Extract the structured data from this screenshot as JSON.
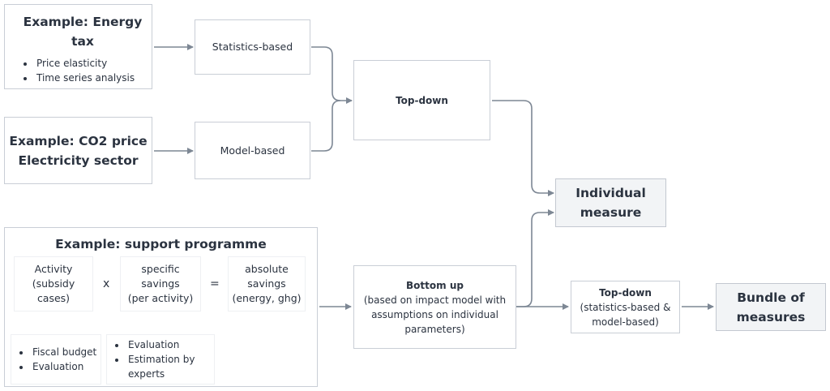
{
  "examples": {
    "energy_tax": {
      "title": "Example: Energy tax",
      "bullets": [
        "Price elasticity",
        "Time series analysis"
      ]
    },
    "co2_price": {
      "title_line1": "Example: CO2 price",
      "title_line2": "Electricity sector"
    },
    "support_programme": {
      "title": "Example: support programme",
      "activity_line1": "Activity",
      "activity_line2": "(subsidy",
      "activity_line3": "cases)",
      "times_symbol": "x",
      "specific_line1": "specific",
      "specific_line2": "savings",
      "specific_line3": "(per activity)",
      "equals_symbol": "=",
      "absolute_line1": "absolute",
      "absolute_line2": "savings",
      "absolute_line3": "(energy, ghg)",
      "activity_bullets": [
        "Fiscal budget",
        "Evaluation"
      ],
      "savings_bullets": [
        "Evaluation",
        "Estimation by experts"
      ]
    }
  },
  "methods": {
    "statistics_based": "Statistics-based",
    "model_based": "Model-based",
    "top_down": "Top-down",
    "bottom_up_title": "Bottom up",
    "bottom_up_desc_line1": "(based on impact model with",
    "bottom_up_desc_line2": "assumptions on individual",
    "bottom_up_desc_line3": "parameters)",
    "top_down2_title": "Top-down",
    "top_down2_desc_line1": "(statistics-based &",
    "top_down2_desc_line2": "model-based)"
  },
  "results": {
    "individual_line1": "Individual",
    "individual_line2": "measure",
    "bundle_line1": "Bundle of",
    "bundle_line2": "measures"
  },
  "colors": {
    "connector": "#7d8794",
    "up_arrow": "#4a86b4",
    "box_border": "#c9ced6",
    "result_fill": "#f2f4f6"
  }
}
